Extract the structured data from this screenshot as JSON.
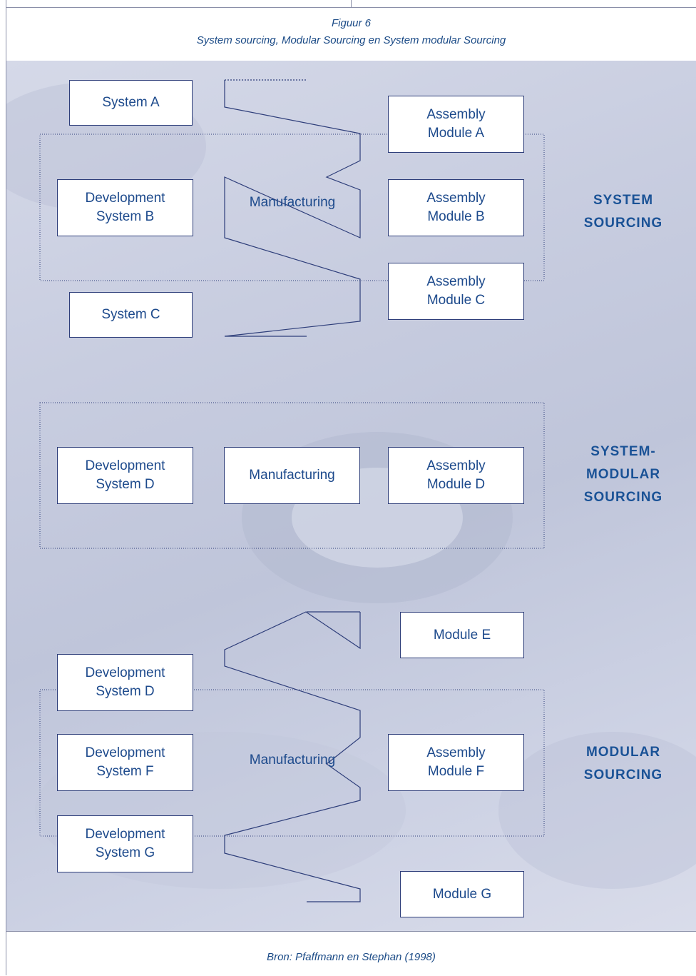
{
  "header": {
    "figure_number": "Figuur 6",
    "title": "System sourcing, Modular Sourcing en System modular Sourcing"
  },
  "system_sourcing": {
    "label": "SYSTEM\nSOURCING",
    "left_boxes": [
      "System A",
      "Development\nSystem B",
      "System C"
    ],
    "middle": "Manufacturing",
    "right_boxes": [
      "Assembly\nModule A",
      "Assembly\nModule B",
      "Assembly\nModule C"
    ]
  },
  "system_modular_sourcing": {
    "label": "SYSTEM-\nMODULAR\nSOURCING",
    "left_box": "Development\nSystem D",
    "middle": "Manufacturing",
    "right_box": "Assembly\nModule D"
  },
  "modular_sourcing": {
    "label": "MODULAR\nSOURCING",
    "left_boxes": [
      "Development\nSystem D",
      "Development\nSystem F",
      "Development\nSystem G"
    ],
    "middle": "Manufacturing",
    "right_boxes": [
      "Module E",
      "Assembly\nModule F",
      "Module G"
    ]
  },
  "footer": {
    "source": "Bron: Pfaffmann en Stephan (1998)"
  },
  "colors": {
    "text": "#1d4a8c",
    "box_border": "#2e3e7a",
    "background": "#c8cde0"
  }
}
